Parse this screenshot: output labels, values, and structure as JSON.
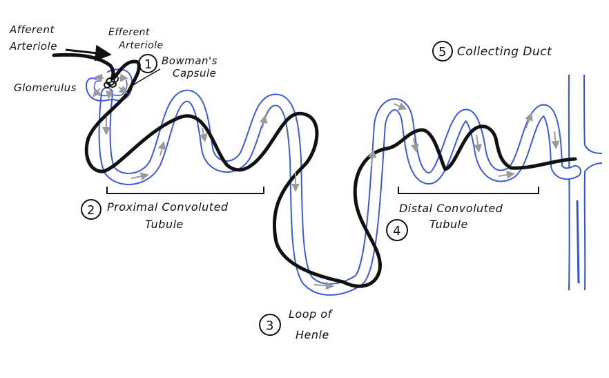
{
  "labels": {
    "afferent_line1": "Afferent",
    "afferent_line2": "Arteriole",
    "efferent_line1": "Efferent",
    "efferent_line2": "Arteriole",
    "glomerulus": "Glomerulus",
    "bowmans_line1": "Bowman's",
    "bowmans_line2": "Capsule",
    "pct_line1": "Proximal Convoluted",
    "pct_line2": "Tubule",
    "loop_line1": "Loop of",
    "loop_line2": "Henle",
    "dct_line1": "Distal Convoluted",
    "dct_line2": "Tubule",
    "collecting_duct": "Collecting Duct"
  },
  "numbers": {
    "bowmans": "1",
    "pct": "2",
    "loop": "3",
    "dct": "4",
    "collecting": "5"
  },
  "colors": {
    "tubule": "#3a5bd9",
    "vessel": "#111111",
    "flow_arrows": "#9a9a9a",
    "duct": "#2f55d4"
  }
}
